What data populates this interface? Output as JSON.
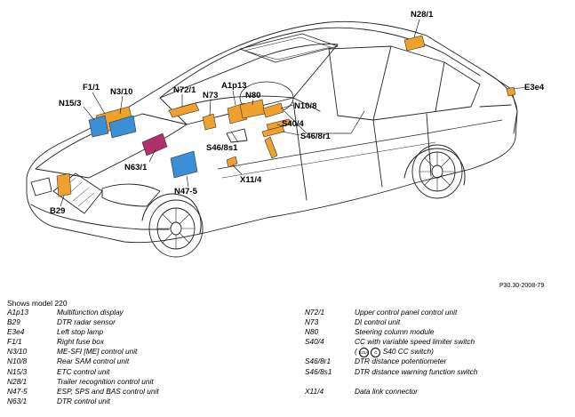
{
  "diagram": {
    "labels": {
      "N28_1": "N28/1",
      "E3e4": "E3e4",
      "F1_1": "F1/1",
      "N3_10": "N3/10",
      "N15_3": "N15/3",
      "N72_1": "N72/1",
      "N73": "N73",
      "A1p13": "A1p13",
      "N80": "N80",
      "N10_8": "N10/8",
      "S40_4": "S40/4",
      "S46_8r1": "S46/8r1",
      "S46_8s1": "S46/8s1",
      "N63_1": "N63/1",
      "N47_5": "N47-5",
      "X11_4": "X11/4",
      "B29": "B29"
    },
    "reference": "P30.30-2008-79"
  },
  "legend": {
    "title": "Shows model 220",
    "left": [
      {
        "code": "A1p13",
        "desc": "Multifunction display"
      },
      {
        "code": "B29",
        "desc": "DTR radar sensor"
      },
      {
        "code": "E3e4",
        "desc": "Left stop lamp"
      },
      {
        "code": "F1/1",
        "desc": "Right fuse box"
      },
      {
        "code": "N3/10",
        "desc": "ME-SFI [ME] control unit"
      },
      {
        "code": "N10/8",
        "desc": "Rear SAM control unit"
      },
      {
        "code": "N15/3",
        "desc": "ETC control unit"
      },
      {
        "code": "N28/1",
        "desc": "Trailer recognition control unit"
      },
      {
        "code": "N47-5",
        "desc": "ESP, SPS and BAS control unit"
      },
      {
        "code": "N63/1",
        "desc": "DTR control unit"
      }
    ],
    "right": [
      {
        "code": "N72/1",
        "desc": "Upper control panel control unit"
      },
      {
        "code": "N73",
        "desc": "DI control unit"
      },
      {
        "code": "N80",
        "desc": "Steering column module"
      },
      {
        "code": "S40/4",
        "desc": "CC with variable speed limiter switch"
      },
      {
        "code": "",
        "desc": "S40      CC switch)",
        "open": "(",
        "badge1": "USA",
        "badge2": "C"
      },
      {
        "code": "S46/8r1",
        "desc": "DTR distance potentiometer"
      },
      {
        "code": "S46/8s1",
        "desc": "DTR distance warning function switch"
      },
      {
        "code": "",
        "desc": ""
      },
      {
        "code": "X11/4",
        "desc": "Data link connector"
      }
    ]
  },
  "colors": {
    "component_orange": "#f0a02c",
    "component_blue": "#3a8fd6",
    "component_magenta": "#b0306a",
    "outline": "#222222"
  }
}
